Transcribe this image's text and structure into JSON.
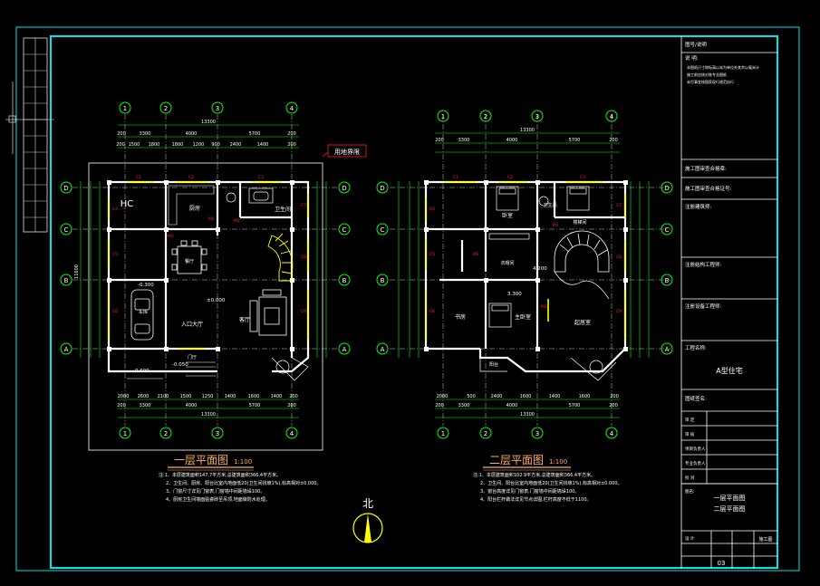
{
  "sheet": {
    "title_block": {
      "header": "图号/说明",
      "notes_label": "说 明:",
      "note_lines": [
        "本图纸尺寸除标高以米为单位外其余以毫米计",
        "施工前应核对各专业图纸",
        "未尽事宜按国家现行规范执行"
      ],
      "rows": [
        "施工图审查合格章:",
        "施工图审查合格证号:",
        "注册建筑师:",
        "注册结构工程师:",
        "注册设备工程师:"
      ],
      "project_label": "工程名称:",
      "project_name": "A型住宅",
      "sign_label": "图纸签名:",
      "roles": [
        "审 定",
        "审 核",
        "项目负责人",
        "专业负责人",
        "校 对",
        "设 计"
      ],
      "drawing_label": "图名:",
      "drawing_names": [
        "一层平面图",
        "二层平面图"
      ],
      "stage": "施工图",
      "sheet_no": "03"
    }
  },
  "plan1": {
    "title": "一层平面图",
    "scale": "1:100",
    "boundary_label": "用地界限",
    "axes_v": [
      "1",
      "2",
      "3",
      "4"
    ],
    "axes_h": [
      "D",
      "C",
      "B",
      "A"
    ],
    "top_total": "13300",
    "top_dims": [
      "200",
      "3300",
      "4000",
      "5700",
      "200"
    ],
    "top_sub": [
      "200",
      "1500",
      "1800",
      "1800",
      "1200",
      "900",
      "2400",
      "1400",
      "200"
    ],
    "bottom_dims": [
      "2000",
      "2600",
      "2100",
      "1500",
      "1250",
      "1400",
      "1600",
      "1400",
      "200"
    ],
    "bottom_main": [
      "200",
      "3300",
      "4000",
      "5700",
      "200"
    ],
    "bottom_total": "13300",
    "left_total": "11600",
    "rooms": [
      "厨房",
      "卫生间",
      "餐厅",
      "车库",
      "入口大厅",
      "客厅",
      "门厅",
      "HC"
    ],
    "levels": [
      "±0.000",
      "-0.300",
      "-0.600",
      "-0.050"
    ],
    "notes": [
      "注:1、本层建筑面积147.7平方米,总建筑面积366.4平方米。",
      "2、卫生间、厨房、阳台比室内地面低20(卫生间找坡1%),标高相对±0.000。",
      "3、门窗尺寸详见门窗表,门窗墙中间距墙垛100。",
      "4、厨房卫生间墙面贴瓷砖至吊顶,地面做防水处理。"
    ]
  },
  "plan2": {
    "title": "二层平面图",
    "scale": "1:100",
    "axes_v": [
      "1",
      "2",
      "3",
      "4"
    ],
    "axes_h": [
      "D",
      "C",
      "B",
      "A"
    ],
    "top_total": "13300",
    "top_dims": [
      "200",
      "3300",
      "4000",
      "5700",
      "200"
    ],
    "bottom_dims": [
      "2000",
      "500",
      "2400",
      "1600",
      "1400",
      "1600",
      "200"
    ],
    "bottom_main": [
      "200",
      "3300",
      "4000",
      "5700",
      "200"
    ],
    "bottom_total": "13300",
    "rooms": [
      "卧室",
      "卫生间",
      "书房",
      "主卧室",
      "起居室",
      "楼梯间",
      "阳台",
      "衣帽间"
    ],
    "levels": [
      "3.300",
      "4.200"
    ],
    "notes": [
      "注:1、本层建筑面积102.9平方米,总建筑面积366.4平方米。",
      "2、卫生间、阳台比室内地面低20(卫生间找坡1%),标高相对±0.000。",
      "3、窗台高度详见门窗表,门窗墙中间距墙垛100。",
      "4、阳台栏杆做法详见节点详图,栏杆高度不低于1100。"
    ]
  },
  "north_label": "北",
  "colors": {
    "frame": "#00e5e5",
    "wall": "#ffffff",
    "dim": "#00ff00",
    "window": "#ffff00",
    "text": "#ffffff",
    "red": "#ff2020",
    "title": "#ffb060"
  }
}
